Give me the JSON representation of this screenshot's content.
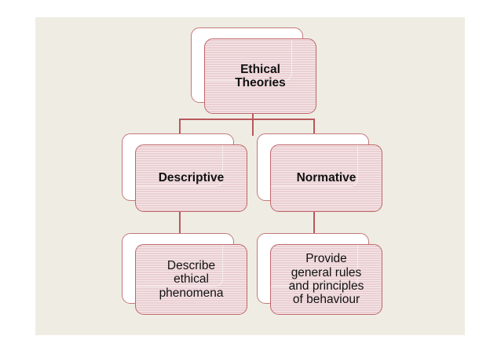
{
  "slide": {
    "background_color": "#EFEDE3",
    "page_background_color": "#FFFFFF"
  },
  "theme": {
    "card_fill": "#EACFD2",
    "card_border": "#C0666B",
    "card_back_fill": "#FFFFFF",
    "card_back_border": "#C4787C",
    "connector_color": "#B8585C",
    "text_color": "#111111"
  },
  "diagram": {
    "type": "hierarchy",
    "nodes": [
      {
        "id": "root",
        "label": "Ethical\nTheories",
        "style": "bold",
        "level": 0
      },
      {
        "id": "descriptive",
        "label": "Descriptive",
        "style": "bold",
        "level": 1
      },
      {
        "id": "normative",
        "label": "Normative",
        "style": "bold",
        "level": 1
      },
      {
        "id": "describe",
        "label": "Describe\nethical\nphenomena",
        "style": "plain",
        "level": 2
      },
      {
        "id": "provide",
        "label": "Provide\ngeneral rules\nand principles\nof behaviour",
        "style": "plain",
        "level": 2
      }
    ],
    "edges": [
      {
        "from": "root",
        "to": "descriptive"
      },
      {
        "from": "root",
        "to": "normative"
      },
      {
        "from": "descriptive",
        "to": "describe"
      },
      {
        "from": "normative",
        "to": "provide"
      }
    ],
    "labels": {
      "root": "Ethical\nTheories",
      "descriptive": "Descriptive",
      "normative": "Normative",
      "describe": "Describe\nethical\nphenomena",
      "provide": "Provide\ngeneral rules\nand principles\nof behaviour"
    }
  }
}
